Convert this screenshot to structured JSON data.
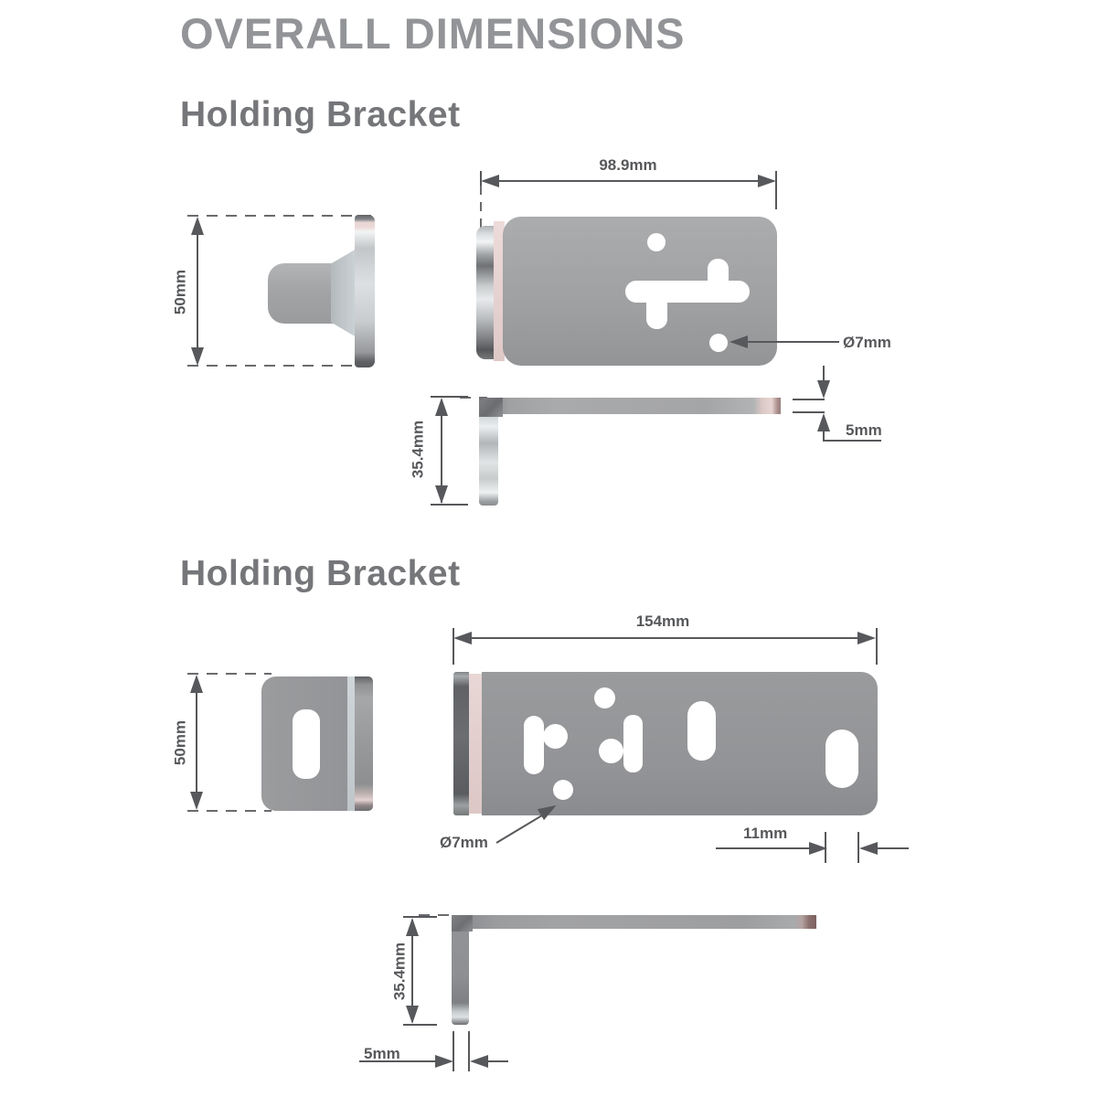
{
  "page": {
    "title": "OVERALL DIMENSIONS"
  },
  "sections": [
    {
      "heading": "Holding Bracket",
      "side_view": {
        "height_label": "50mm"
      },
      "top_view": {
        "width_label": "98.9mm",
        "hole_label": "Ø7mm"
      },
      "profile_view": {
        "leg_label": "35.4mm",
        "thickness_label": "5mm"
      }
    },
    {
      "heading": "Holding Bracket",
      "side_view": {
        "height_label": "50mm"
      },
      "top_view": {
        "width_label": "154mm",
        "hole_label": "Ø7mm",
        "slot_width_label": "11mm"
      },
      "profile_view": {
        "leg_label": "35.4mm",
        "thickness_label": "5mm"
      }
    }
  ],
  "colors": {
    "dimension": "#57585b",
    "title": "#929497",
    "heading": "#757679",
    "plate_gray": "#9b9c9e",
    "metal_pink": "#e4d2d0",
    "background": "#ffffff"
  }
}
